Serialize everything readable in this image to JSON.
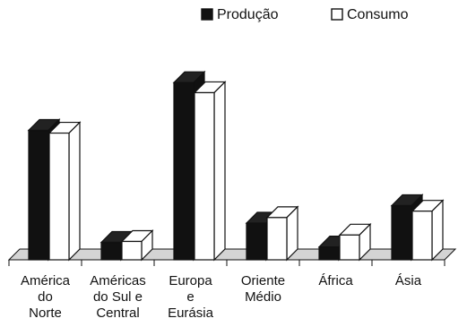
{
  "chart_data": {
    "type": "bar",
    "title": "",
    "xlabel": "",
    "ylabel": "",
    "categories": [
      [
        "América",
        "do",
        "Norte"
      ],
      [
        "Américas",
        "do Sul e",
        "Central"
      ],
      [
        "Europa",
        "e",
        "Eurásia"
      ],
      [
        "Oriente",
        "Médio"
      ],
      [
        "África"
      ],
      [
        "Ásia"
      ]
    ],
    "series": [
      {
        "name": "Produção",
        "values": [
          705,
          95,
          965,
          200,
          70,
          295
        ],
        "color": "#111111"
      },
      {
        "name": "Consumo",
        "values": [
          690,
          100,
          910,
          230,
          135,
          265
        ],
        "color": "#ffffff"
      }
    ],
    "ylim": [
      0,
      1000
    ],
    "grid": false,
    "legend_position": "top-right",
    "style": "3d-bar"
  }
}
